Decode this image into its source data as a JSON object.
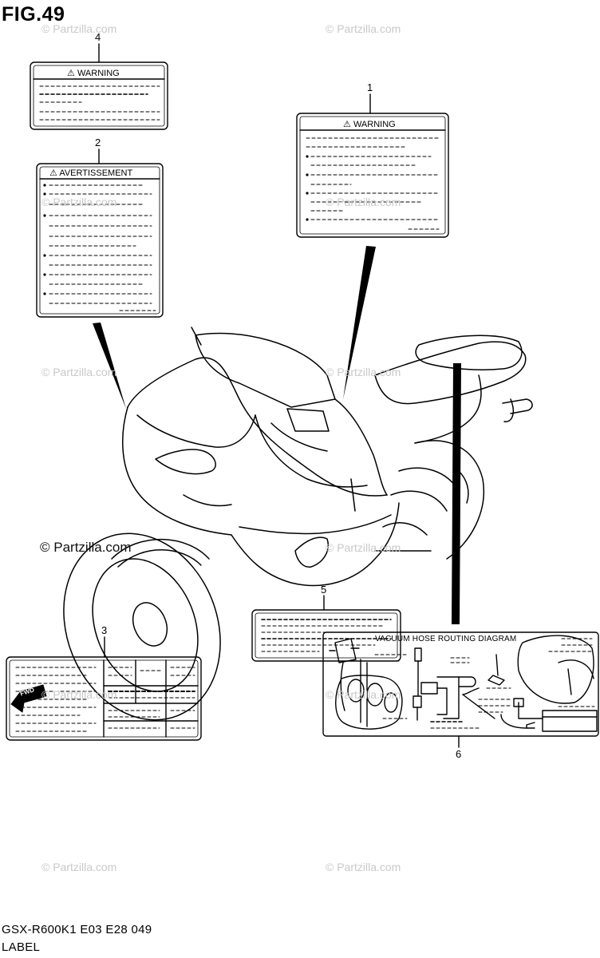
{
  "figure": {
    "title": "FIG.49",
    "model_code": "GSX-R600K1 E03 E28  049",
    "section": "LABEL"
  },
  "watermark": {
    "text": "© Partzilla.com",
    "prominent_text": "© Partzilla.com"
  },
  "callouts": [
    "4",
    "2",
    "1",
    "3",
    "5",
    "6"
  ],
  "labels": {
    "warning_4": "WARNING",
    "avertissement_2": "AVERTISSEMENT",
    "warning_1": "WARNING",
    "vacuum_6": "VACUUM HOSE ROUTING DIAGRAM"
  },
  "icons": {
    "warning_triangle": "warning-triangle-icon",
    "forward_arrow": "fwd-arrow-icon"
  },
  "fwd_text": "FWD",
  "colors": {
    "line": "#000000",
    "watermark": "#c9c9c9",
    "background": "#ffffff"
  }
}
